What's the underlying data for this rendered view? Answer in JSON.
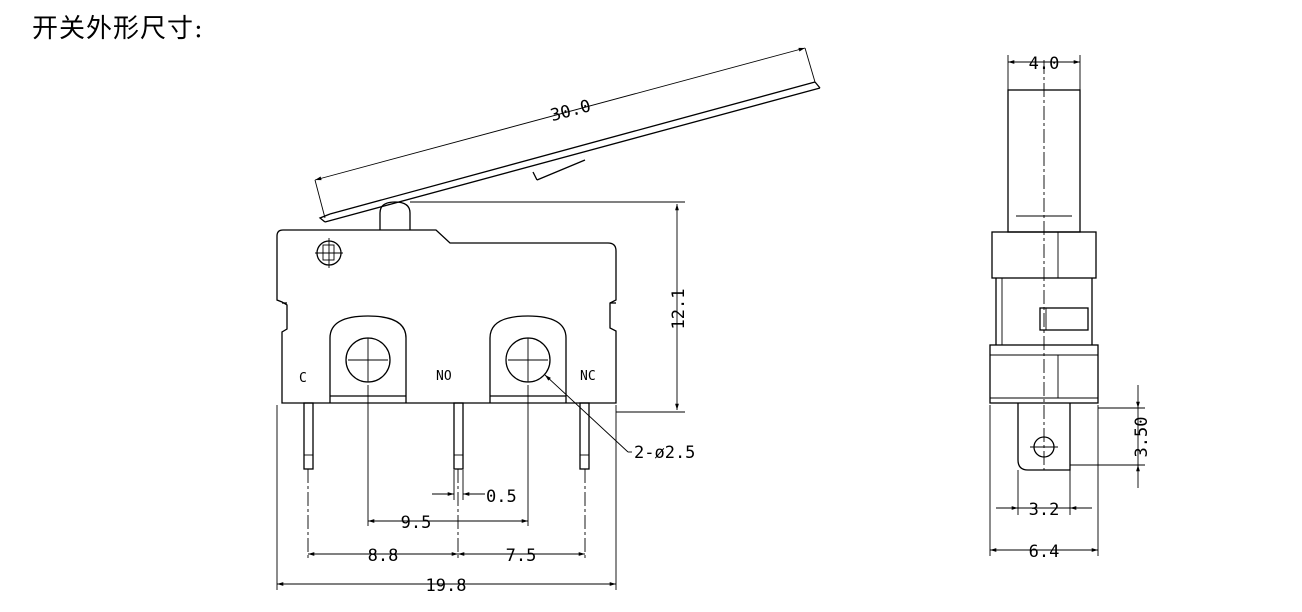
{
  "title": "开关外形尺寸:",
  "front_view": {
    "terminal_labels": {
      "common": "C",
      "normally_open": "NO",
      "normally_closed": "NC"
    },
    "dimensions": {
      "lever_length": "30.0",
      "body_height": "12.1",
      "hole_diameter": "2-ø2.5",
      "pin_width": "0.5",
      "hole_spacing": "9.5",
      "pin_spacing_left": "8.8",
      "pin_spacing_right": "7.5",
      "body_length": "19.8"
    }
  },
  "side_view": {
    "dimensions": {
      "actuator_width": "4.0",
      "terminal_length": "3.50",
      "terminal_width": "3.2",
      "body_width": "6.4"
    }
  }
}
